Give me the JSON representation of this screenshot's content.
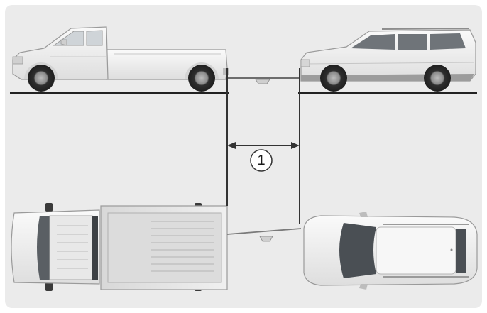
{
  "dimension": {
    "label": "1"
  },
  "colors": {
    "panel": "#ebebeb",
    "vehicle_body": "#f2f2f2",
    "vehicle_outline": "#9a9a9a",
    "tire": "#3a3a3a",
    "dimension_line": "#333333",
    "tow_bar": "#7a7a7a"
  },
  "vehicles": {
    "towing": "pickup-truck",
    "towed": "suv"
  }
}
